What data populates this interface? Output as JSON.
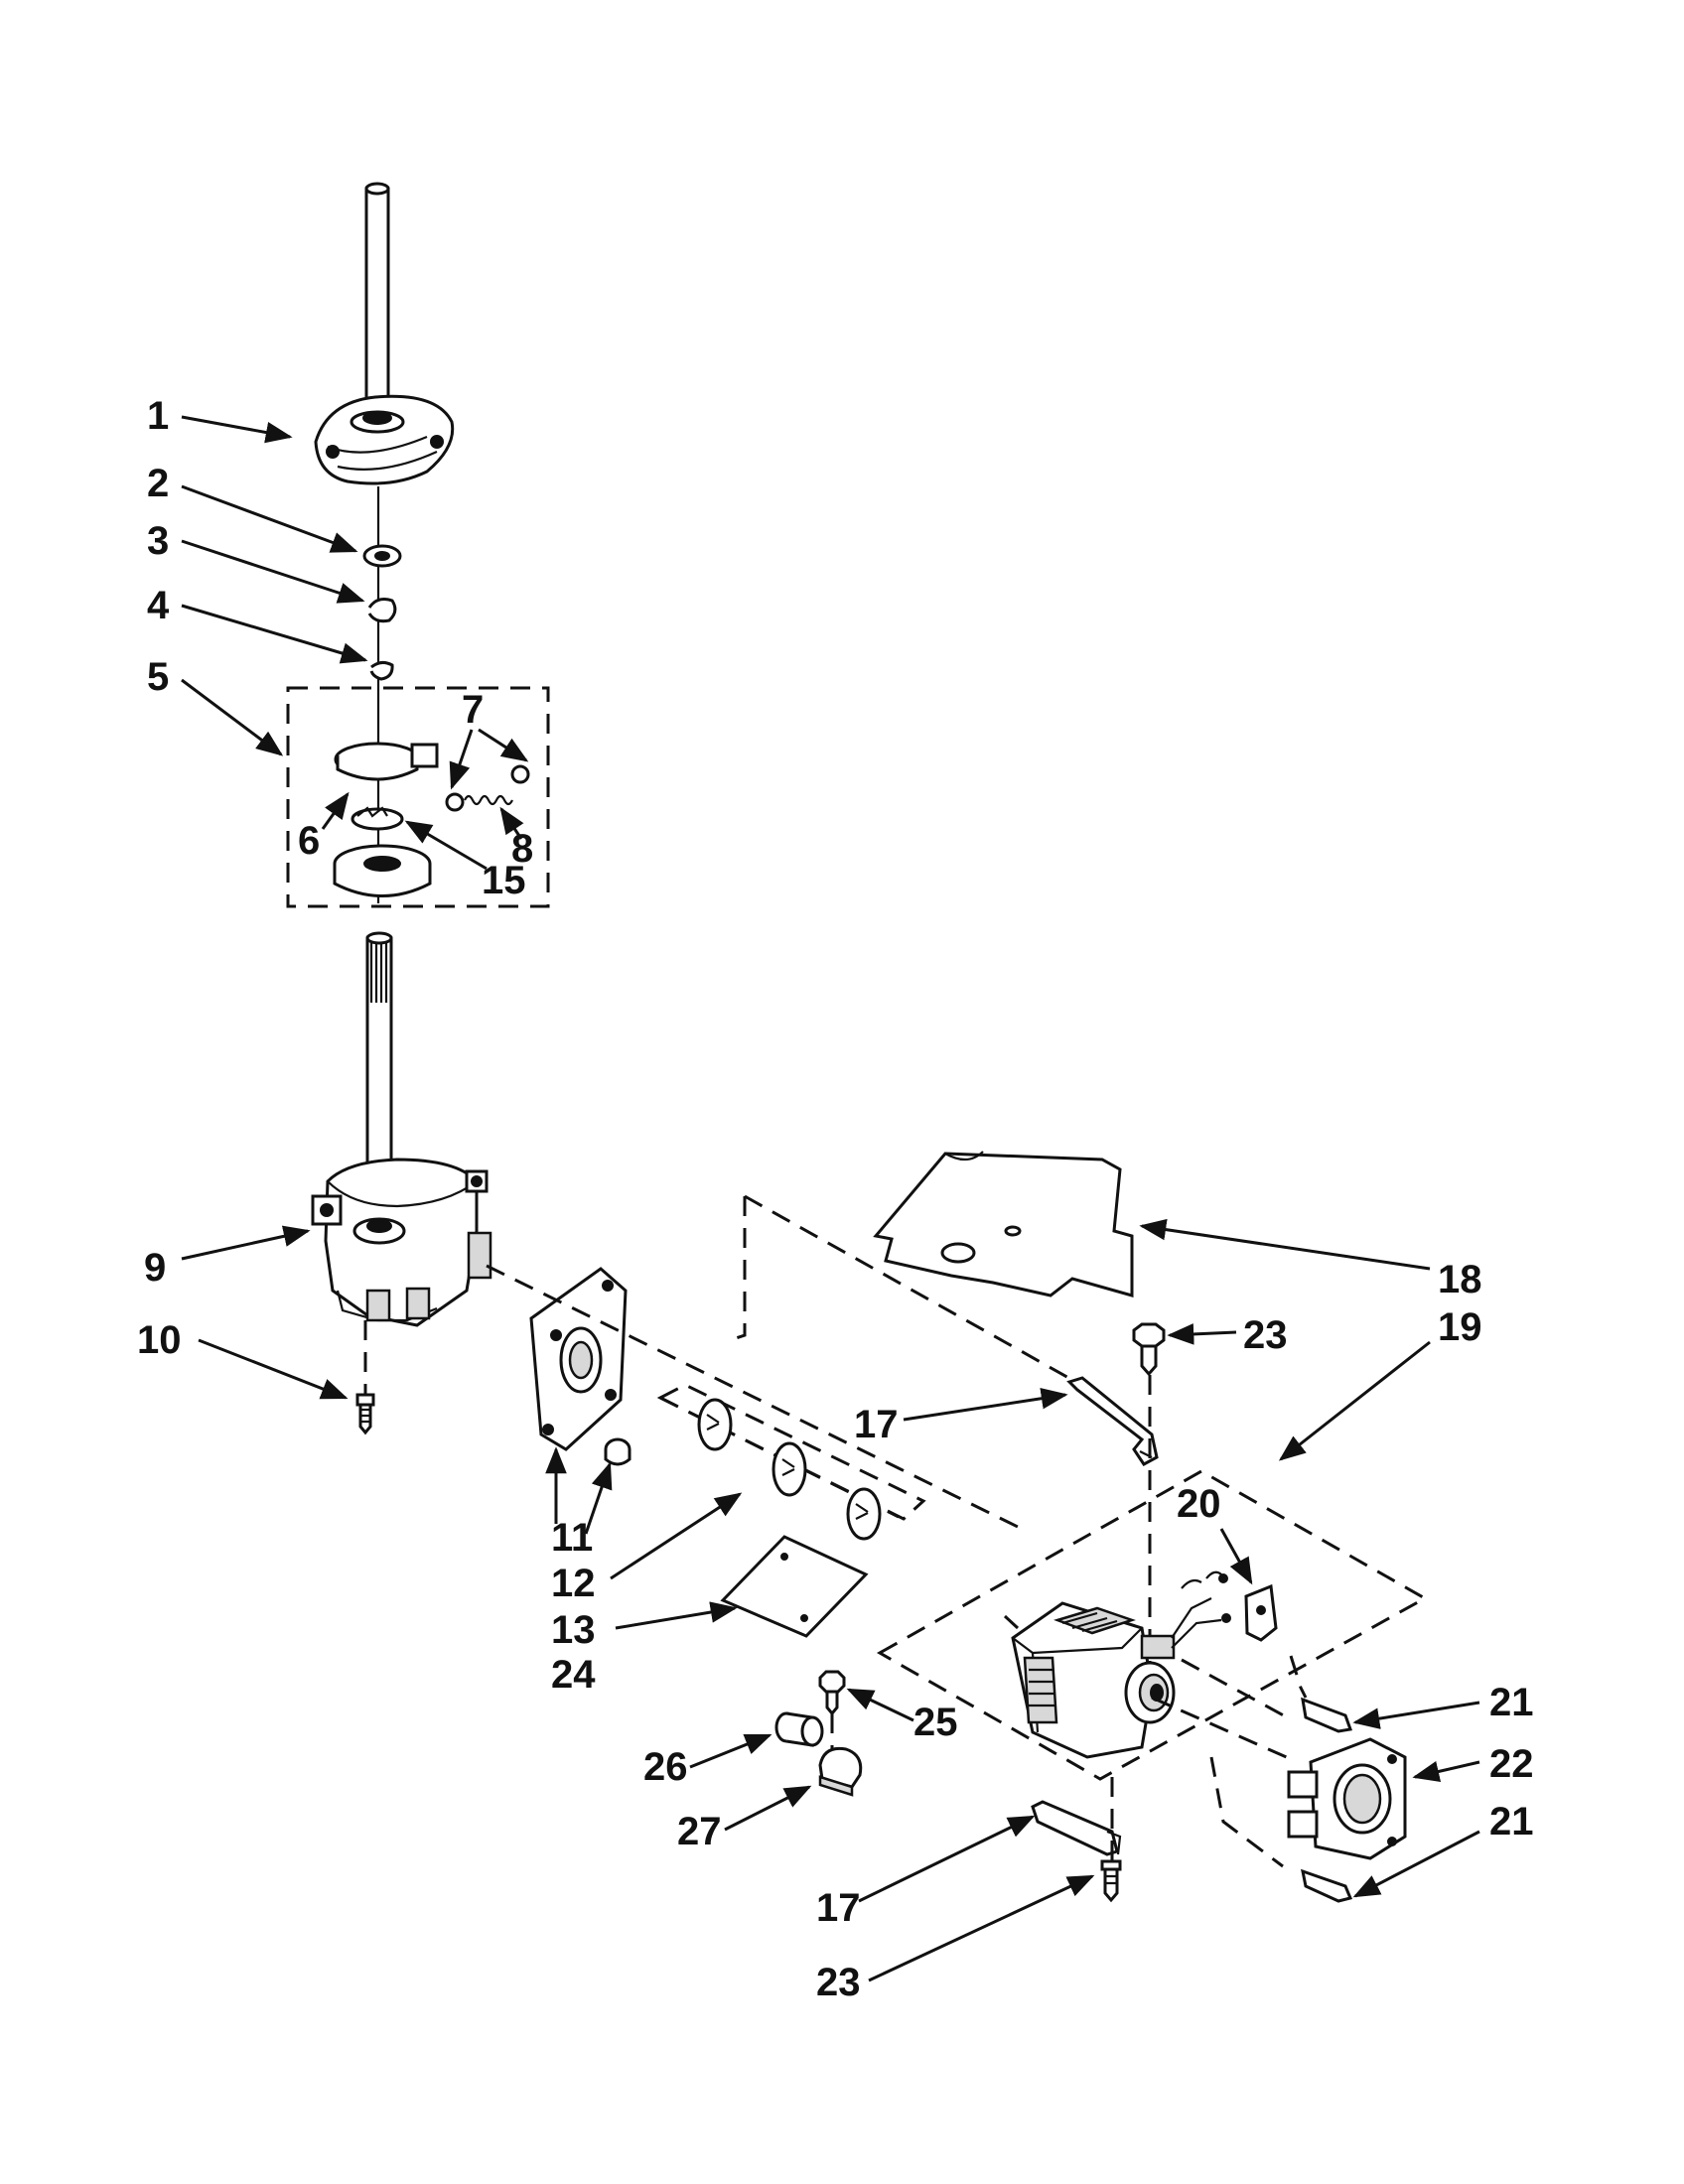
{
  "diagram": {
    "callouts": [
      "1",
      "2",
      "3",
      "4",
      "5",
      "6",
      "7",
      "8",
      "15",
      "9",
      "10",
      "11",
      "12",
      "13",
      "24",
      "17",
      "23",
      "18",
      "19",
      "20",
      "21",
      "22",
      "21",
      "25",
      "26",
      "27",
      "17",
      "23"
    ]
  },
  "colors": {
    "ink": "#111111",
    "paper": "#ffffff"
  }
}
